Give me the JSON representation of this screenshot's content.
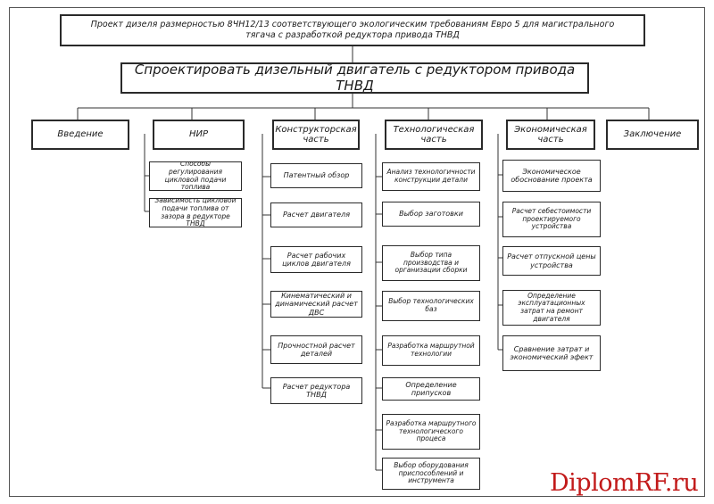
{
  "header": {
    "line1": "Проект дизеля размерностью 8ЧН12/13 соответствующего экологическим требованиям Евро 5 для магистрального",
    "line2": "тягача с разработкой редуктора привода ТНВД"
  },
  "title": "Спроектировать дизельный  двигатель с редуктором привода ТНВД",
  "columns": {
    "intro": {
      "label": "Введение"
    },
    "research": {
      "label": "НИР",
      "items": [
        "Способы регулирования цикловой подачи топлива",
        "Зависимость цикловой подачи топлива от зазора в редукторе ТНВД"
      ]
    },
    "design": {
      "label": "Конструкторская часть",
      "items": [
        "Патентный обзор",
        "Расчет двигателя",
        "Расчет рабочих циклов двигателя",
        "Кинематический и динамический расчет ДВС",
        "Прочностной расчет деталей",
        "Расчет редуктора ТНВД"
      ]
    },
    "technology": {
      "label": "Технологическая часть",
      "items": [
        "Анализ технологичности конструкции детали",
        "Выбор заготовки",
        "Выбор типа производства и организации сборки",
        "Выбор технологических баз",
        "Разработка маршрутной технологии",
        "Определение припусков",
        "Разработка маршрутного технологического процеса",
        "Выбор оборудования приспособлений и инструмента"
      ]
    },
    "economics": {
      "label": "Экономическая часть",
      "items": [
        "Экономическое обоснование проекта",
        "Расчет себестоимости проектируемого устройства",
        "Расчет отпускной цены устройства",
        "Определение эксплуатационных затрат на ремонт двигателя",
        "Сравнение затрат и экономический эфект"
      ]
    },
    "conclusion": {
      "label": "Заключение"
    }
  },
  "watermark": "DiplomRF.ru"
}
